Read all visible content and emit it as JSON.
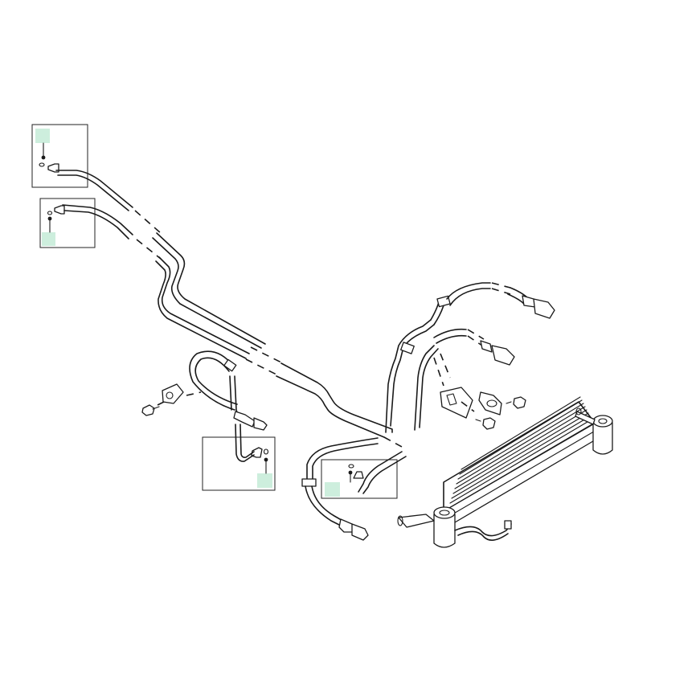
{
  "diagram": {
    "callout_color": "#cdeedd",
    "line_color": "#1a1a1a",
    "callouts": [
      {
        "id": "callout-top-left-a",
        "label": ""
      },
      {
        "id": "callout-top-left-b",
        "label": ""
      },
      {
        "id": "callout-center-inset",
        "label": ""
      },
      {
        "id": "callout-right-inset",
        "label": ""
      }
    ],
    "parts": [
      "transmission-cooler-line-upper",
      "transmission-cooler-line-lower",
      "flexible-hose-left",
      "flexible-hose-center",
      "flexible-hose-right-upper",
      "flexible-hose-right-lower",
      "mounting-clip",
      "bolt",
      "bracket",
      "oil-cooler"
    ]
  }
}
